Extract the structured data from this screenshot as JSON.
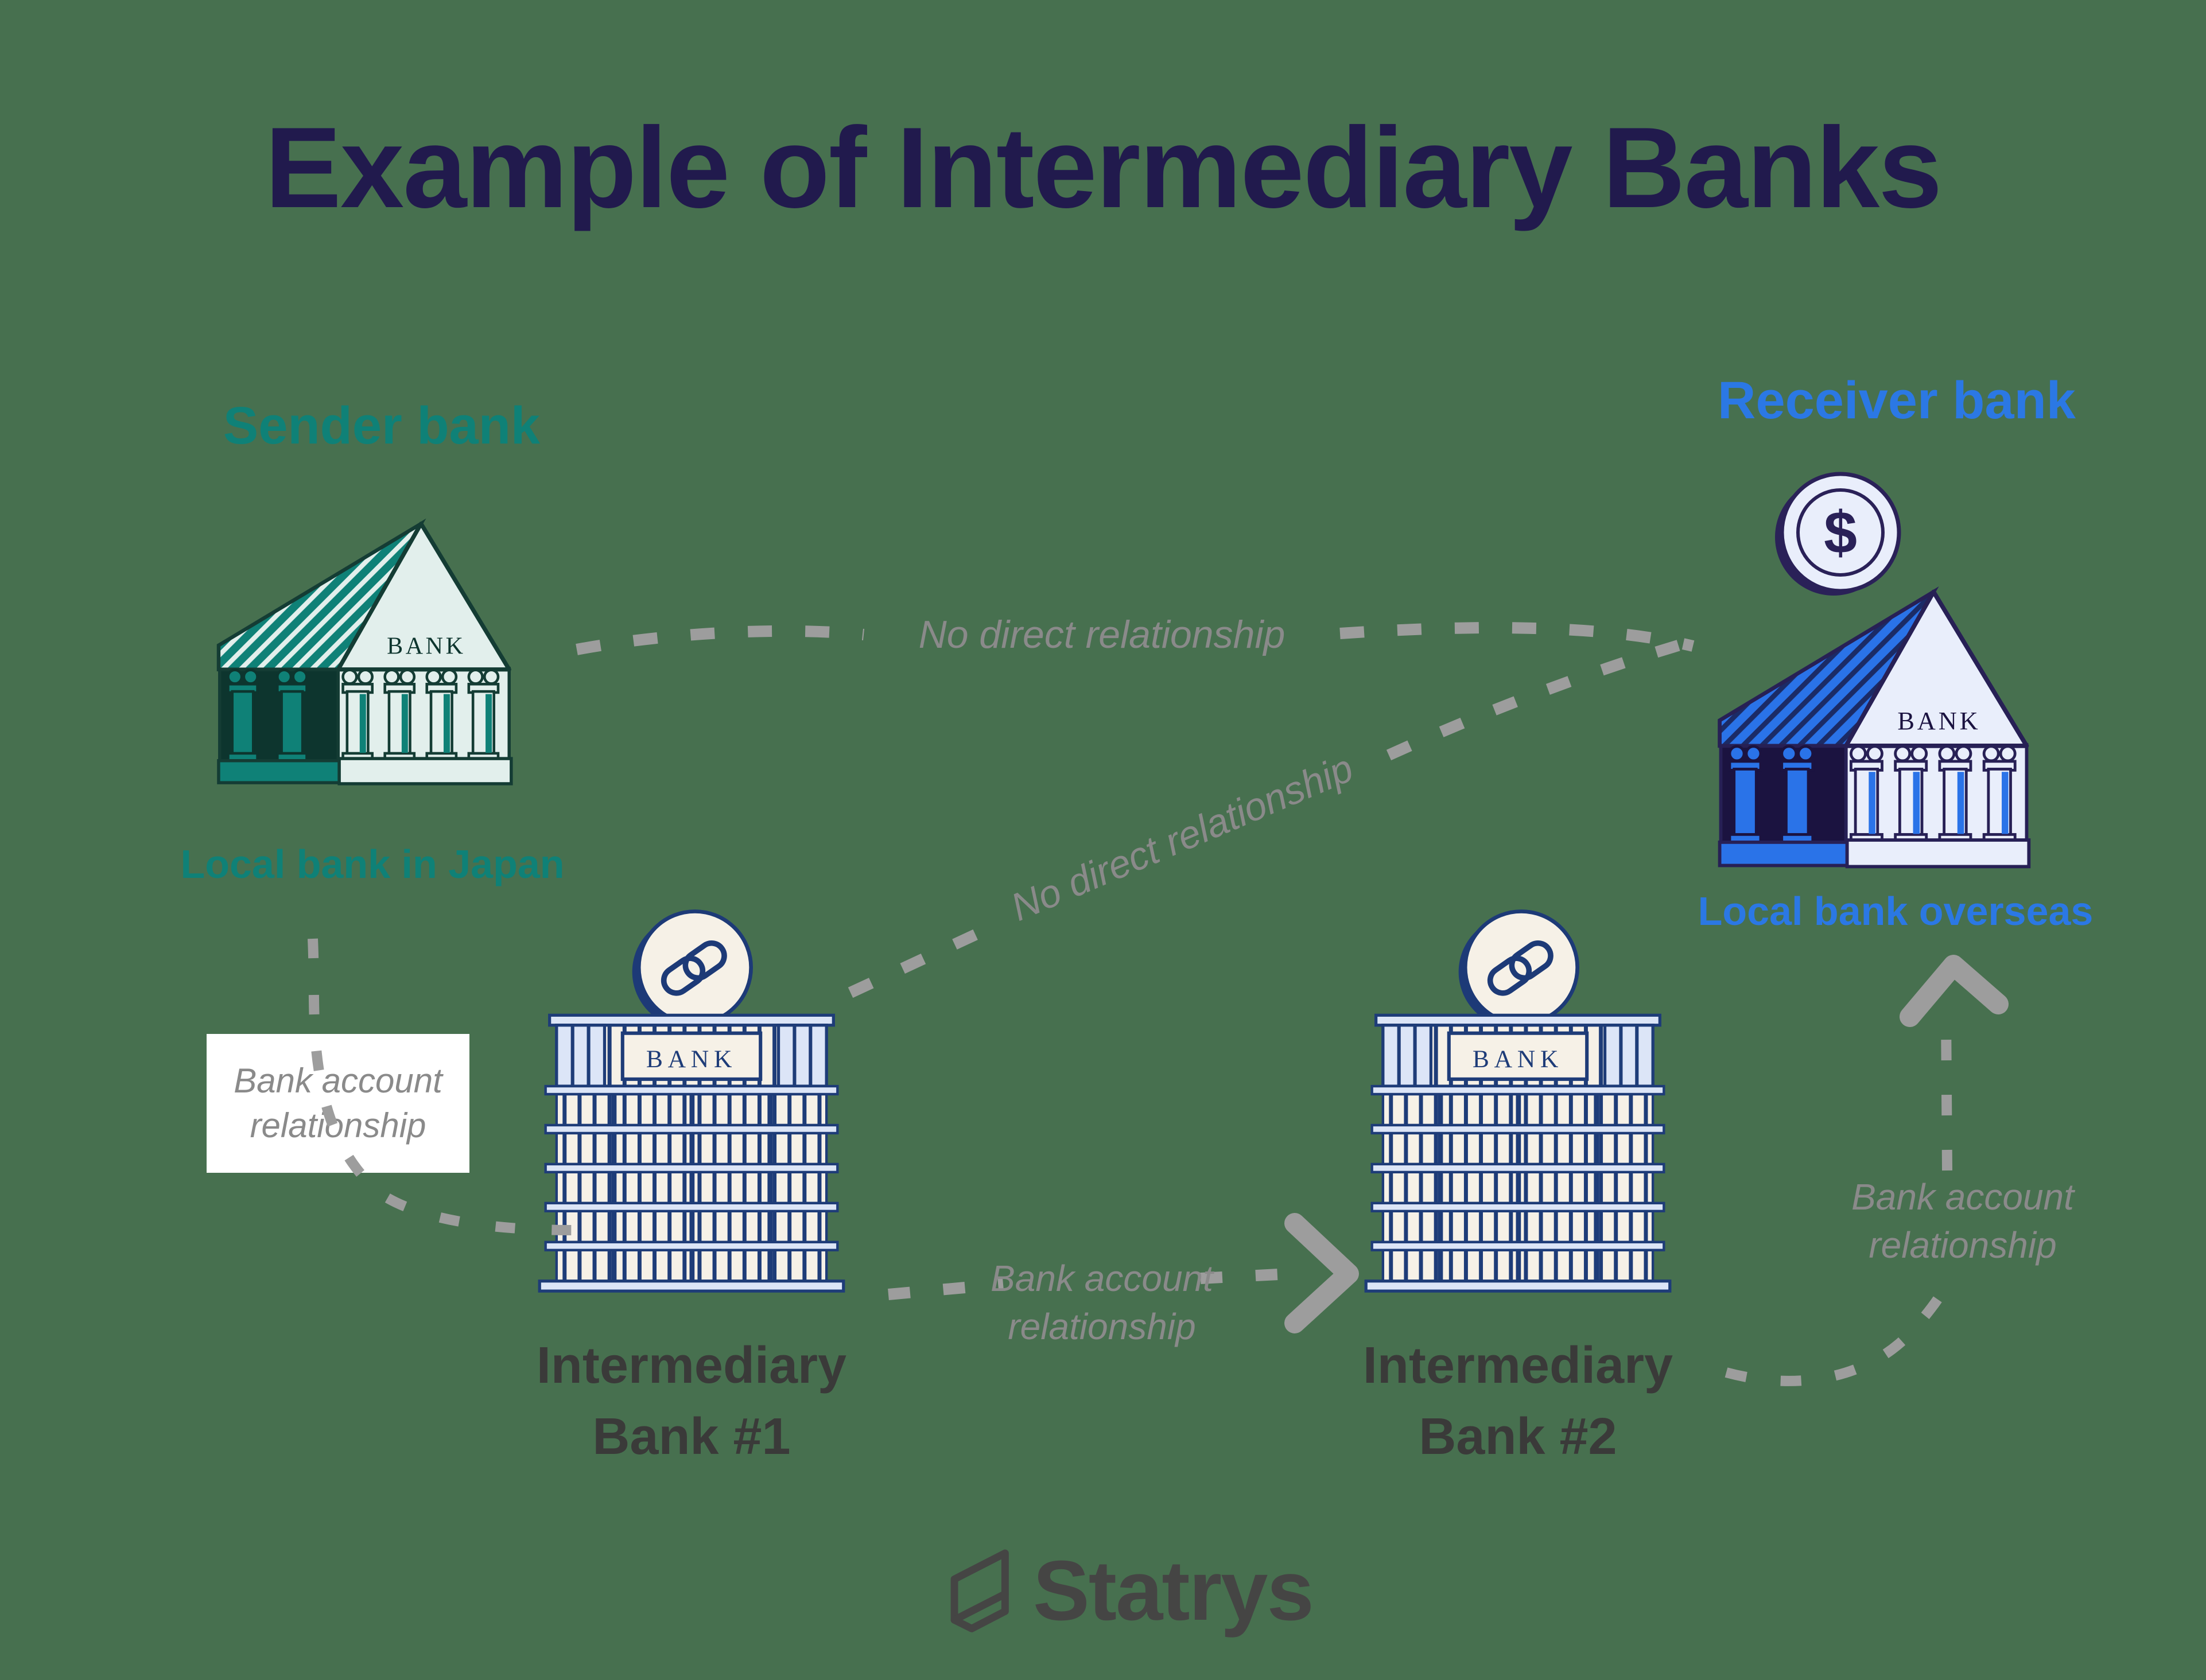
{
  "title": "Example of Intermediary Banks",
  "sender": {
    "label": "Sender bank",
    "caption": "Local bank in Japan",
    "sign": "BANK"
  },
  "receiver": {
    "label": "Receiver bank",
    "caption": "Local bank overseas",
    "sign": "BANK",
    "coin_symbol": "$"
  },
  "intermediary1": {
    "label_line1": "Intermediary",
    "label_line2": "Bank #1",
    "sign": "BANK"
  },
  "intermediary2": {
    "label_line1": "Intermediary",
    "label_line2": "Bank #2",
    "sign": "BANK"
  },
  "connectors": {
    "no_direct_top": "No direct relationship",
    "no_direct_diagonal": "No direct relationship",
    "bank_account_box_line1": "Bank account",
    "bank_account_box_line2": "relationship",
    "bank_account_mid_line1": "Bank account",
    "bank_account_mid_line2": "relationship",
    "bank_account_right_line1": "Bank account",
    "bank_account_right_line2": "relationship"
  },
  "footer": {
    "brand": "Statrys"
  },
  "colors": {
    "background": "#47704F",
    "title_navy": "#211A4D",
    "teal": "#0F8177",
    "teal_dark": "#0D352E",
    "teal_light": "#E2EFEC",
    "blue": "#2B78E4",
    "blue_dark": "#1B1340",
    "blue_light": "#E9EEFB",
    "office_navy": "#1E3C78",
    "office_cream": "#F6F1E7",
    "office_light_blue": "#DCE5F7",
    "dash_gray": "#9D9D9D",
    "relationship_text_gray": "#8A8A8A",
    "intermediary_label_gray": "#3A3A39",
    "brand_gray": "#454544"
  }
}
